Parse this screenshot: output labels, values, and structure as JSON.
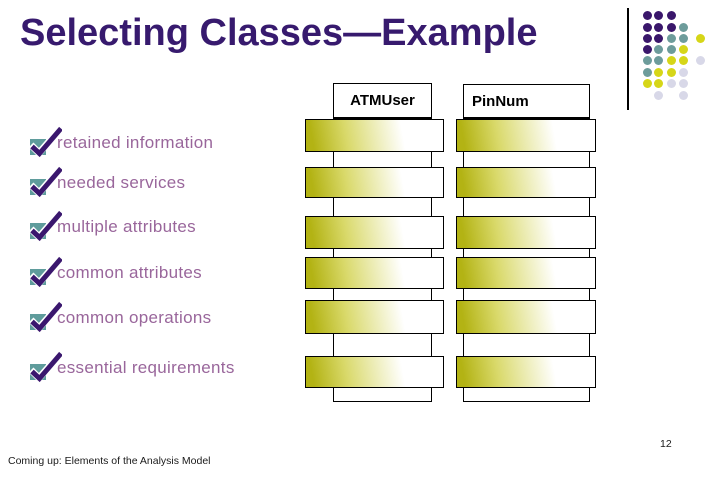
{
  "slide": {
    "title": "Selecting Classes—Example",
    "page_number": "12",
    "footer": "Coming up: Elements of the Analysis Model"
  },
  "columns": [
    {
      "header": "ATMUser",
      "box_count": 6
    },
    {
      "header": "PinNum",
      "box_count": 6
    }
  ],
  "checklist": {
    "items": [
      {
        "label": "retained information"
      },
      {
        "label": "needed services"
      },
      {
        "label": "multiple attributes"
      },
      {
        "label": "common attributes"
      },
      {
        "label": "common operations"
      },
      {
        "label": "essential requirements"
      }
    ]
  },
  "colors": {
    "title_purple": "#371a6e",
    "item_text": "#99669b",
    "check_mark": "#3a176e",
    "bullet_square": "#5f9c9c",
    "box_gradient_yellow": "#b3b314",
    "dot_purple": "#3a176b",
    "dot_teal": "#6d9c9b",
    "dot_yellow": "#d6d618",
    "dot_lavender": "#d8d8e8"
  },
  "decor_dots": {
    "dot_size": 9,
    "columns_x": [
      647,
      658,
      671,
      683,
      700
    ],
    "rows_y": [
      15,
      27,
      38,
      49,
      60,
      72,
      83,
      95
    ],
    "grid": [
      [
        "P",
        "P",
        "P",
        null,
        null
      ],
      [
        "P",
        "P",
        "P",
        "T",
        null
      ],
      [
        "P",
        "P",
        "T",
        "T",
        "Y"
      ],
      [
        "P",
        "T",
        "T",
        "Y",
        null
      ],
      [
        "T",
        "T",
        "Y",
        "Y",
        "L"
      ],
      [
        "T",
        "Y",
        "Y",
        "L",
        null
      ],
      [
        "Y",
        "Y",
        "L",
        "L",
        null
      ],
      [
        null,
        "L",
        null,
        "L",
        null
      ]
    ]
  }
}
